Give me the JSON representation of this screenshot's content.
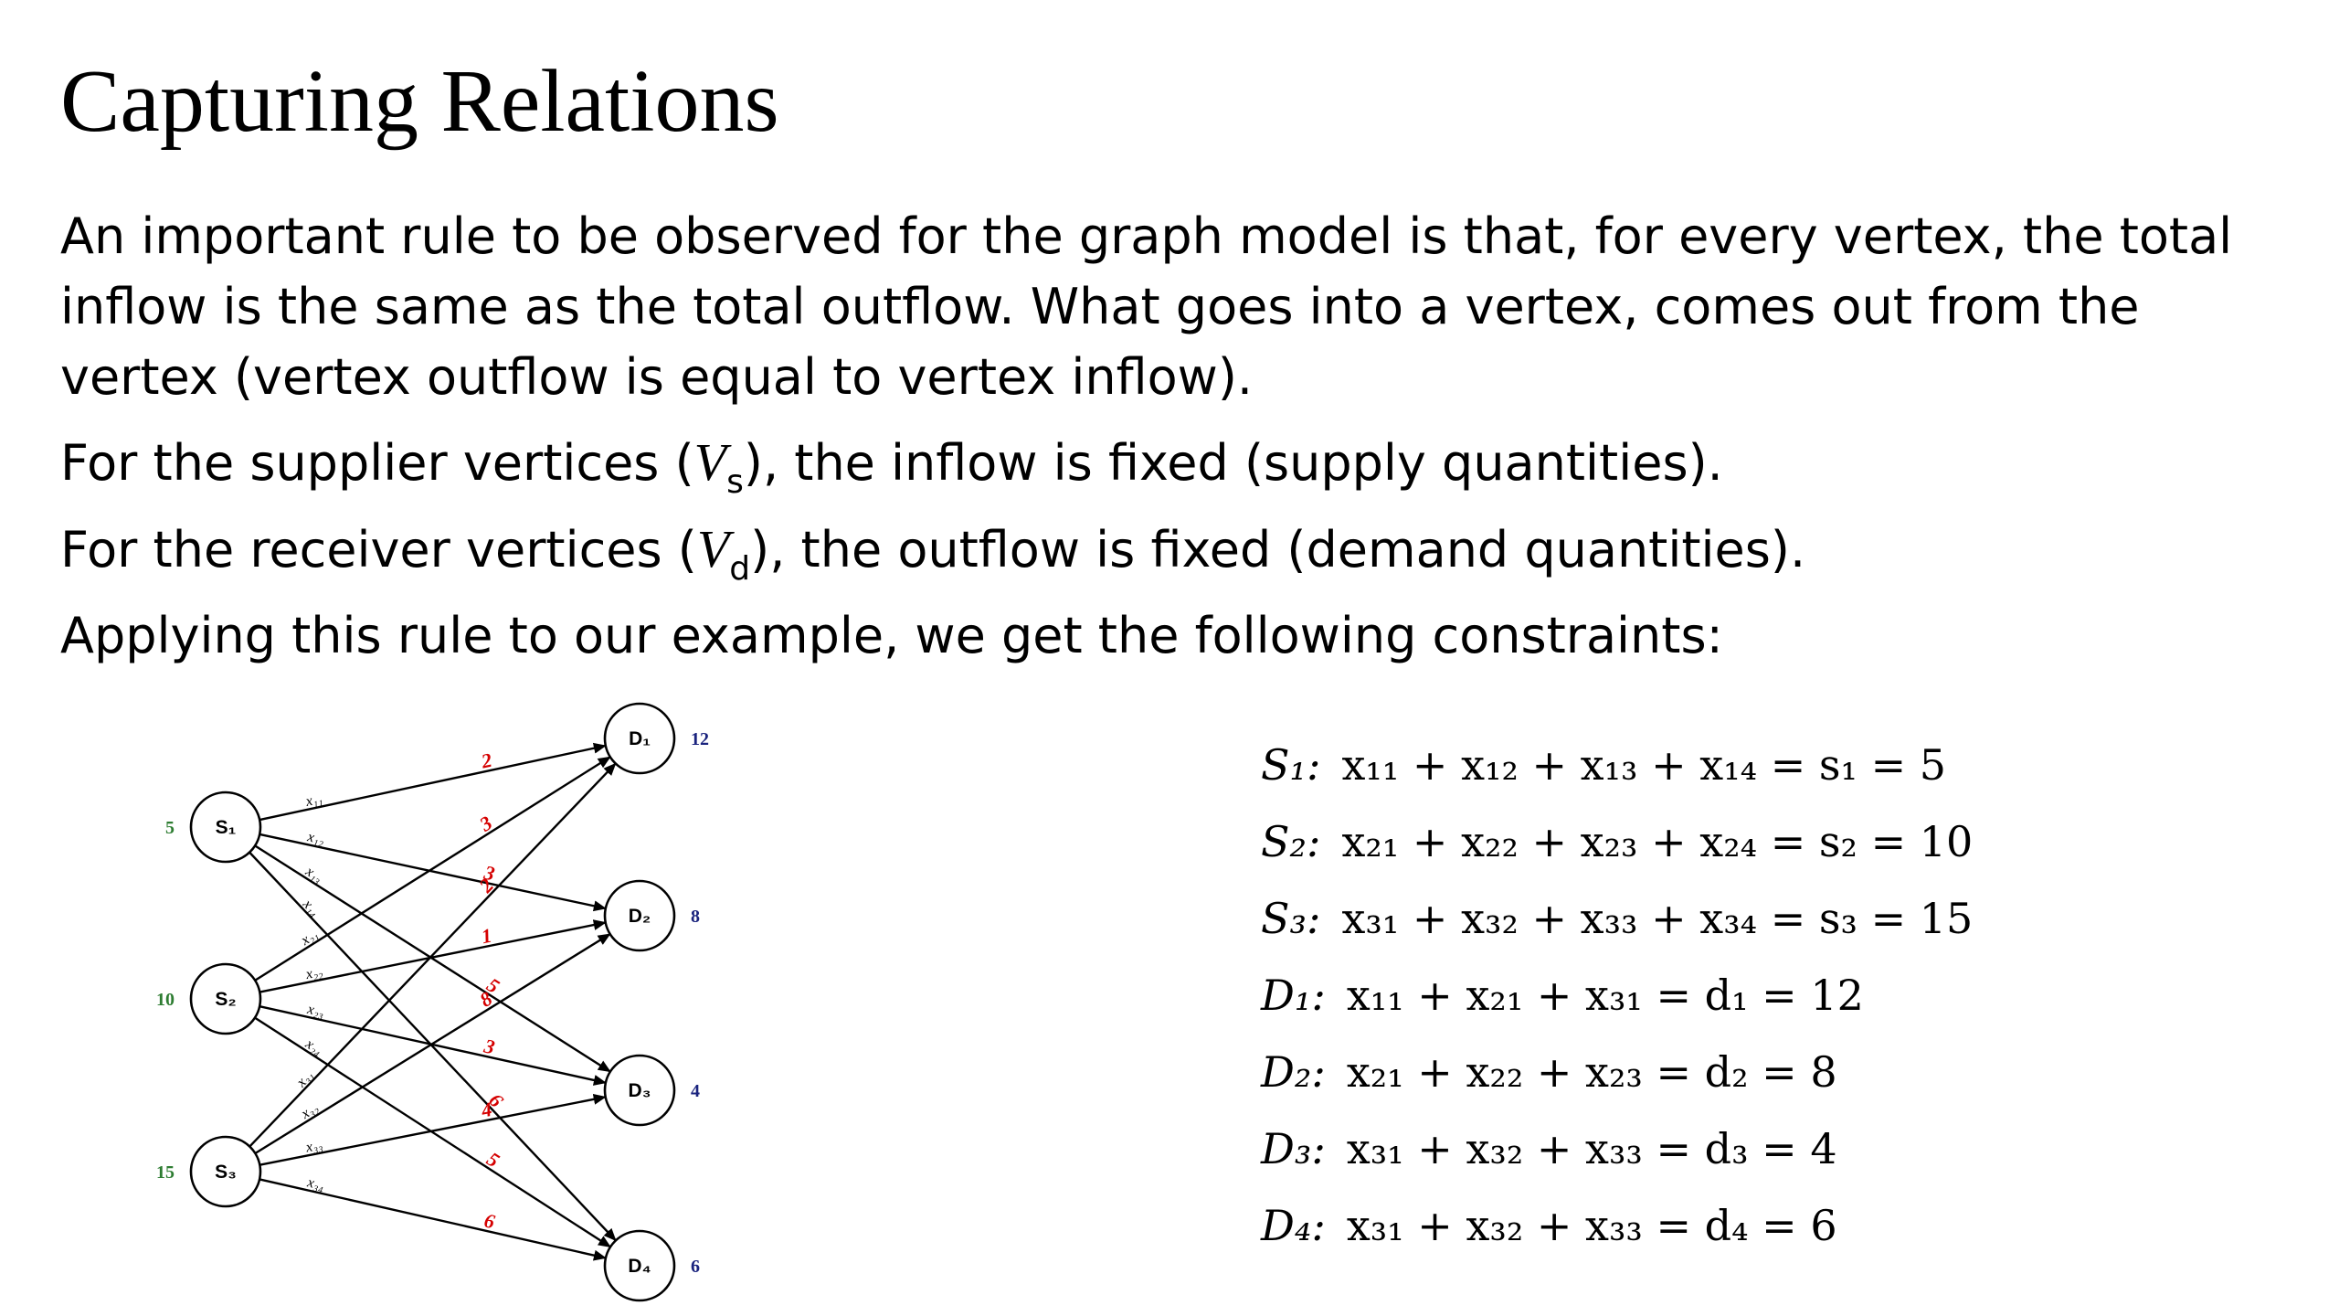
{
  "title": "Capturing Relations",
  "paragraph_1": "An important rule to be observed for the graph model is that, for every vertex, the total inflow is the same as the total outflow. What goes into a vertex, comes out from the vertex (vertex outflow is equal to vertex inflow).",
  "paragraph_2": {
    "before": "For the supplier vertices (",
    "var": "V",
    "sub": "s",
    "after": "), the inflow is fixed (supply quantities)."
  },
  "paragraph_3": {
    "before": "For the receiver vertices (",
    "var": "V",
    "sub": "d",
    "after": "), the outflow is fixed (demand quantities)."
  },
  "paragraph_4": "Applying this rule to our example, we get the following constraints:",
  "colors": {
    "supply_label": "#2e7d32",
    "demand_label": "#1a237e",
    "cost_label": "#d50000",
    "edge": "#000000",
    "node_stroke": "#000000"
  },
  "graph": {
    "suppliers": [
      {
        "label": "S₁",
        "supply": "5"
      },
      {
        "label": "S₂",
        "supply": "10"
      },
      {
        "label": "S₃",
        "supply": "15"
      }
    ],
    "receivers": [
      {
        "label": "D₁",
        "demand": "12"
      },
      {
        "label": "D₂",
        "demand": "8"
      },
      {
        "label": "D₃",
        "demand": "4"
      },
      {
        "label": "D₄",
        "demand": "6"
      }
    ],
    "edges": [
      {
        "from": 0,
        "to": 0,
        "var": "x₁₁",
        "cost": "2"
      },
      {
        "from": 0,
        "to": 1,
        "var": "x₁₂",
        "cost": "3"
      },
      {
        "from": 0,
        "to": 2,
        "var": "x₁₃",
        "cost": "5"
      },
      {
        "from": 0,
        "to": 3,
        "var": "x₁₄",
        "cost": "6"
      },
      {
        "from": 1,
        "to": 0,
        "var": "x₂₁",
        "cost": "3"
      },
      {
        "from": 1,
        "to": 1,
        "var": "x₂₂",
        "cost": "1"
      },
      {
        "from": 1,
        "to": 2,
        "var": "x₂₃",
        "cost": "3"
      },
      {
        "from": 1,
        "to": 3,
        "var": "x₂₄",
        "cost": "5"
      },
      {
        "from": 2,
        "to": 0,
        "var": "x₃₁",
        "cost": "2"
      },
      {
        "from": 2,
        "to": 1,
        "var": "x₃₂",
        "cost": "8"
      },
      {
        "from": 2,
        "to": 2,
        "var": "x₃₃",
        "cost": "4"
      },
      {
        "from": 2,
        "to": 3,
        "var": "x₃₄",
        "cost": "6"
      }
    ]
  },
  "equations": [
    {
      "label": "S₁:",
      "body": "x₁₁ + x₁₂ + x₁₃ + x₁₄ = s₁ = 5"
    },
    {
      "label": "S₂:",
      "body": "x₂₁ + x₂₂ + x₂₃ + x₂₄ = s₂ = 10"
    },
    {
      "label": "S₃:",
      "body": "x₃₁ + x₃₂ + x₃₃ + x₃₄ = s₃ = 15"
    },
    {
      "label": "D₁:",
      "body": "x₁₁ + x₂₁ + x₃₁ = d₁ = 12"
    },
    {
      "label": "D₂:",
      "body": "x₂₁ + x₂₂ + x₂₃ = d₂ = 8"
    },
    {
      "label": "D₃:",
      "body": "x₃₁ + x₃₂ + x₃₃ = d₃ = 4"
    },
    {
      "label": "D₄:",
      "body": "x₃₁ + x₃₂ + x₃₃ = d₄ = 6"
    }
  ]
}
